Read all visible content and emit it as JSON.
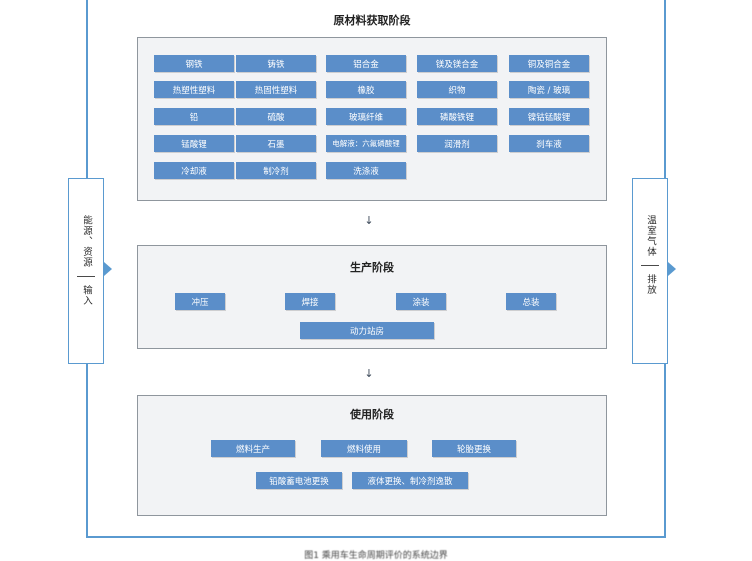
{
  "stages": {
    "raw": {
      "title": "原材料获取阶段",
      "items": [
        "钢铁",
        "铸铁",
        "铝合金",
        "镁及镁合金",
        "铜及铜合金",
        "热塑性塑料",
        "热固性塑料",
        "橡胶",
        "织物",
        "陶瓷 / 玻璃",
        "铅",
        "硫酸",
        "玻璃纤维",
        "磷酸铁锂",
        "镍钴锰酸锂",
        "锰酸锂",
        "石墨",
        "电解液：六氟磷酸锂",
        "润滑剂",
        "刹车液",
        "冷却液",
        "制冷剂",
        "洗涤液"
      ]
    },
    "production": {
      "title": "生产阶段",
      "items": [
        "冲压",
        "焊接",
        "涂装",
        "总装",
        "动力站房"
      ]
    },
    "use": {
      "title": "使用阶段",
      "items": [
        "燃料生产",
        "燃料使用",
        "轮胎更换",
        "铅酸蓄电池更换",
        "液体更换、制冷剂逸散"
      ]
    }
  },
  "arrows": {
    "down": "↓"
  },
  "left_panel": {
    "top": "能源、资源",
    "bottom": "输入"
  },
  "right_panel": {
    "top": "温室气体",
    "bottom": "排放"
  },
  "caption": "图1  乘用车生命周期评价的系统边界",
  "colors": {
    "chip": "#5b8ec9",
    "frame": "#5a9ad0",
    "stage_bg": "#f2f3f5"
  }
}
